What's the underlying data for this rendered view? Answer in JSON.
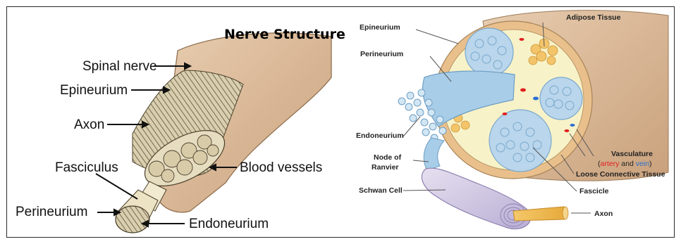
{
  "left_diagram": {
    "title": "Nerve Structure",
    "labels": {
      "spinal_nerve": "Spinal nerve",
      "epineurium": "Epineurium",
      "axon": "Axon",
      "fasciculus": "Fasciculus",
      "blood_vessels": "Blood vessels",
      "perineurium": "Perineurium",
      "endoneurium": "Endoneurium"
    }
  },
  "right_diagram": {
    "labels": {
      "epineurium": "Epineurium",
      "adipose_tissue": "Adipose Tissue",
      "perineurium": "Perineurium",
      "endoneurium": "Endoneurium",
      "node_of_ranvier_line1": "Node of",
      "node_of_ranvier_line2": "Ranvier",
      "schwann_cell": "Schwan Cell",
      "vasculature": "Vasculature",
      "vasculature_paren_open": "(",
      "vasculature_artery": "artery",
      "vasculature_and": " and ",
      "vasculature_vein": "vein",
      "vasculature_paren_close": ")",
      "loose_connective_tissue": "Loose Connective Tissue",
      "fascicle": "Fascicle",
      "axon": "Axon"
    },
    "colors": {
      "artery": "#e02020",
      "vein": "#2a6fd0"
    }
  }
}
